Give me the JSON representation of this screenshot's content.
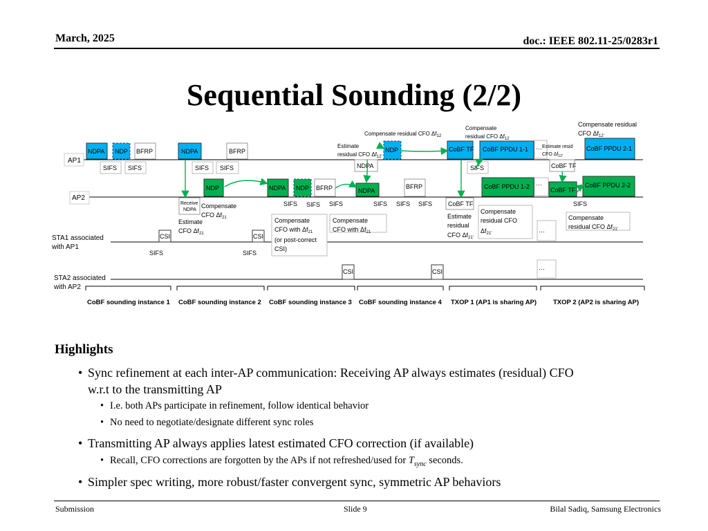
{
  "header": {
    "date": "March, 2025",
    "doc_id": "doc.: IEEE 802.11-25/0283r1"
  },
  "title": "Sequential Sounding (2/2)",
  "diagram": {
    "rows": {
      "ap1": "AP1",
      "ap2": "AP2",
      "sta1a": "STA1 associated",
      "sta1b": "with AP1",
      "sta2a": "STA2 associated",
      "sta2b": "with AP2"
    },
    "frames": {
      "ndpa": "NDPA",
      "ndp": "NDP",
      "bfrp": "BFRP",
      "sifs": "SIFS",
      "csi": "CSI",
      "cobf_tf": "CoBF TF",
      "ppdu_11": "CoBF PPDU 1-1",
      "ppdu_12": "CoBF PPDU 1-2",
      "ppdu_21": "CoBF PPDU 2-1",
      "ppdu_22": "CoBF PPDU 2-2",
      "ellipsis": "…",
      "receive": "Receive",
      "ndpa_small": "NDPA"
    },
    "notes": {
      "comp_res_cfo_12": "Compensate  residual CFO Δf",
      "compensate": "Compensate",
      "residual_cfo_12": "residual CFO Δf",
      "estimate": "Estimate",
      "residual_cfo": "residual CFO Δf",
      "comp_residual": "Compensate  residual",
      "cfo_12p": "CFO Δf",
      "estimate_resid": "Estimate  resid",
      "cfo_12_small": "CFO Δf",
      "comp_cfo_21": "Compensate",
      "cfo_21": "CFO Δf",
      "est_cfo_21": "Estimate",
      "cfo_21b": "CFO Δf",
      "comp_cfo_with": "Compensate",
      "cfo_with_21": "CFO with Δf",
      "or_post": "(or post-correct",
      "csi_paren": "CSI)",
      "residual": "residual",
      "cfo_21p": "CFO Δf",
      "residual_cfo_lbl": "residual  CFO",
      "delta_21": "Δf",
      "comp_resid_21": "Compensate",
      "resid_cfo_21": "residual CFO Δf",
      "sub_12": "12",
      "sub_21": "21",
      "sub_12p": "12'",
      "sub_21p": "21'"
    },
    "instances": [
      "CoBF sounding instance 1",
      "CoBF sounding instance 2",
      "CoBF sounding instance 3",
      "CoBF sounding instance 4"
    ],
    "txops": [
      "TXOP 1  (AP1 is sharing AP)",
      "TXOP 2 (AP2 is sharing AP)"
    ],
    "colors": {
      "blue": "#00b0f0",
      "green": "#00b050",
      "line": "#000000",
      "arrow": "#00b050"
    }
  },
  "highlights": {
    "heading": "Highlights",
    "b1_line1": "Sync refinement at each inter-AP communication: Receiving AP always estimates (residual) CFO",
    "b1_line2": "w.r.t to the transmitting AP",
    "b1_sub1": "I.e. both APs participate in refinement, follow identical behavior",
    "b1_sub2": "No need to negotiate/designate different sync roles",
    "b2": "Transmitting AP always applies latest estimated CFO correction (if available)",
    "b2_sub1_pre": "Recall, CFO corrections are forgotten by the APs if not refreshed/used for ",
    "b2_sub1_var": "T",
    "b2_sub1_sub": "sync",
    "b2_sub1_post": " seconds.",
    "b3": "Simpler spec writing, more robust/faster convergent sync, symmetric AP behaviors"
  },
  "footer": {
    "left": "Submission",
    "center": "Slide 9",
    "right": "Bilal Sadiq, Samsung Electronics"
  }
}
